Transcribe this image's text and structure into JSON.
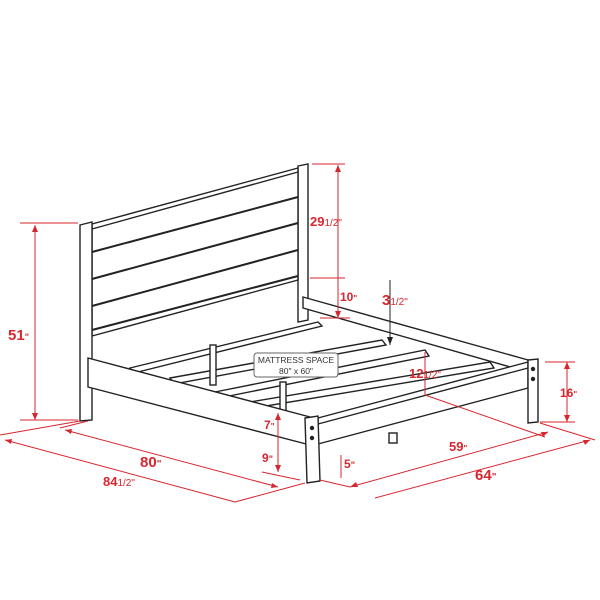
{
  "colors": {
    "dimension": "#d7262e",
    "outline": "#222222"
  },
  "mattress": {
    "title": "MATTRESS SPACE",
    "size": "80\" x 60\""
  },
  "dimensions": {
    "overall_height": {
      "whole": "51",
      "unit": "\""
    },
    "headboard_panel": {
      "whole": "29",
      "frac": "1/2\""
    },
    "headboard_gap": {
      "whole": "10",
      "unit": "\""
    },
    "slat_drop": {
      "whole": "3",
      "frac": "1/2\""
    },
    "rail_height": {
      "whole": "12",
      "frac": "1/2\""
    },
    "footboard_height": {
      "whole": "16",
      "unit": "\""
    },
    "rail_width": {
      "whole": "7",
      "unit": "\""
    },
    "leg_clearance": {
      "whole": "9",
      "unit": "\""
    },
    "center_leg": {
      "whole": "5",
      "unit": "\""
    },
    "inner_length": {
      "whole": "80",
      "unit": "\""
    },
    "overall_length": {
      "whole": "84",
      "frac": "1/2\""
    },
    "inner_width": {
      "whole": "59",
      "unit": "\""
    },
    "overall_width": {
      "whole": "64",
      "unit": "\""
    }
  }
}
